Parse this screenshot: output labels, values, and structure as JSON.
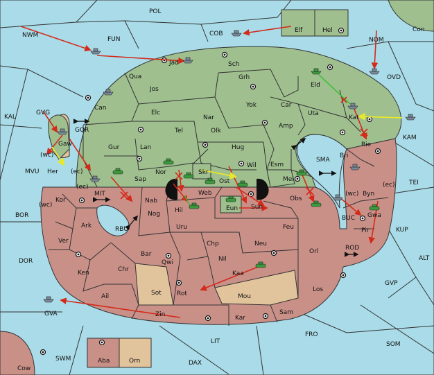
{
  "labels": {
    "pol": "POL",
    "nwm": "NWM",
    "fun": "FUN",
    "cob": "COB",
    "elf": "Elf",
    "hel": "Hel",
    "con": "Con",
    "nom": "NOM",
    "ovd": "OVD",
    "jad": "Jad",
    "sch": "Sch",
    "qua": "Qua",
    "jos": "Jos",
    "grh": "Grh",
    "can": "Can",
    "eld": "Eld",
    "kal": "KAL",
    "gvg": "GVG",
    "elc": "Elc",
    "nar": "Nar",
    "yok": "Yok",
    "car": "Car",
    "uta": "Uta",
    "kat": "Kat",
    "kam": "KAM",
    "gor": "GOR",
    "tel": "Tel",
    "olk": "Olk",
    "amp": "Amp",
    "gaw": "Gaw",
    "gur": "Gur",
    "lan": "Lan",
    "hug": "Hug",
    "bri": "Bri",
    "rie": "Rie",
    "wc1": "(wc)",
    "mvu": "MVU",
    "her": "Her",
    "ec1": "(ec)",
    "nor": "Nor",
    "skr": "Skr",
    "wil": "Wil",
    "esm": "Esm",
    "sma": "SMA",
    "sap": "Sap",
    "ost": "Ost",
    "mel": "Mel",
    "tei": "TEI",
    "ec2": "(ec)",
    "mit": "MIT",
    "web": "Web",
    "wc2": "(wc)",
    "byn": "Byn",
    "ec3": "(ec)",
    "kor": "Kor",
    "nab": "Nab",
    "hil": "Hil",
    "eun": "Eun",
    "sun": "Sun",
    "obs": "Obs",
    "wc3": "(wc)",
    "bor": "BOR",
    "nog": "Nog",
    "buc": "BUC",
    "gwa": "Gwa",
    "kup": "KUP",
    "ark": "Ark",
    "rbu": "RBU",
    "uru": "Uru",
    "feu": "Feu",
    "pir": "Pir",
    "ver": "Ver",
    "chp": "Chp",
    "neu": "Neu",
    "rod": "ROD",
    "dor": "DOR",
    "bar": "Bar",
    "orl": "Orl",
    "alt": "ALT",
    "nil": "Nil",
    "qwi": "Qwi",
    "ken": "Ken",
    "chr": "Chr",
    "kaa": "Kaa",
    "gvp": "GVP",
    "sot": "Sot",
    "rot": "Rot",
    "ail": "Ail",
    "mou": "Mou",
    "los": "Los",
    "gva": "GVA",
    "zin": "Zin",
    "sam": "Sam",
    "kar": "Kar",
    "fro": "FRO",
    "lit": "LIT",
    "som": "SOM",
    "aba": "Aba",
    "orn": "Orn",
    "swm": "SWM",
    "dax": "DAX",
    "cow": "Cow"
  },
  "colors": {
    "sea": "#a9dbe8",
    "green_power": "#9fbf8f",
    "red_power": "#c99088",
    "neutral": "#e2c49c",
    "move_order": "#d42a1a",
    "support_order": "#e8e82a",
    "convoy_order": "#30c030",
    "green_unit": "#3c9a3c",
    "grey_unit": "#7a8a99"
  },
  "units": [
    {
      "type": "fleet",
      "owner": "grey",
      "at": "COB"
    },
    {
      "type": "fleet",
      "owner": "grey",
      "at": "FUN"
    },
    {
      "type": "fleet",
      "owner": "grey",
      "at": "Jad"
    },
    {
      "type": "fleet",
      "owner": "grey",
      "at": "OVD"
    },
    {
      "type": "fleet",
      "owner": "green",
      "at": "Eld"
    },
    {
      "type": "fleet",
      "owner": "grey",
      "at": "Can"
    },
    {
      "type": "fleet",
      "owner": "grey",
      "at": "Kat"
    },
    {
      "type": "fleet",
      "owner": "grey",
      "at": "KAM"
    },
    {
      "type": "fleet",
      "owner": "grey",
      "at": "Gaw"
    },
    {
      "type": "fleet",
      "owner": "grey",
      "at": "Bri"
    },
    {
      "type": "fleet",
      "owner": "grey",
      "at": "MIT"
    },
    {
      "type": "army",
      "owner": "green",
      "at": "Sap"
    },
    {
      "type": "army",
      "owner": "green",
      "at": "Nor"
    },
    {
      "type": "army",
      "owner": "green",
      "at": "Skr"
    },
    {
      "type": "army",
      "owner": "green",
      "at": "Ost"
    },
    {
      "type": "army",
      "owner": "green",
      "at": "Mel"
    },
    {
      "type": "army",
      "owner": "green",
      "at": "Obs"
    },
    {
      "type": "army",
      "owner": "green",
      "at": "Hil"
    },
    {
      "type": "army",
      "owner": "green",
      "at": "Eun"
    },
    {
      "type": "fleet",
      "owner": "grey",
      "at": "BUC"
    },
    {
      "type": "army",
      "owner": "green",
      "at": "Gwa"
    },
    {
      "type": "army",
      "owner": "green",
      "at": "Kaa"
    },
    {
      "type": "fleet",
      "owner": "grey",
      "at": "GVA"
    },
    {
      "type": "army",
      "owner": "green",
      "at": "Web"
    }
  ]
}
